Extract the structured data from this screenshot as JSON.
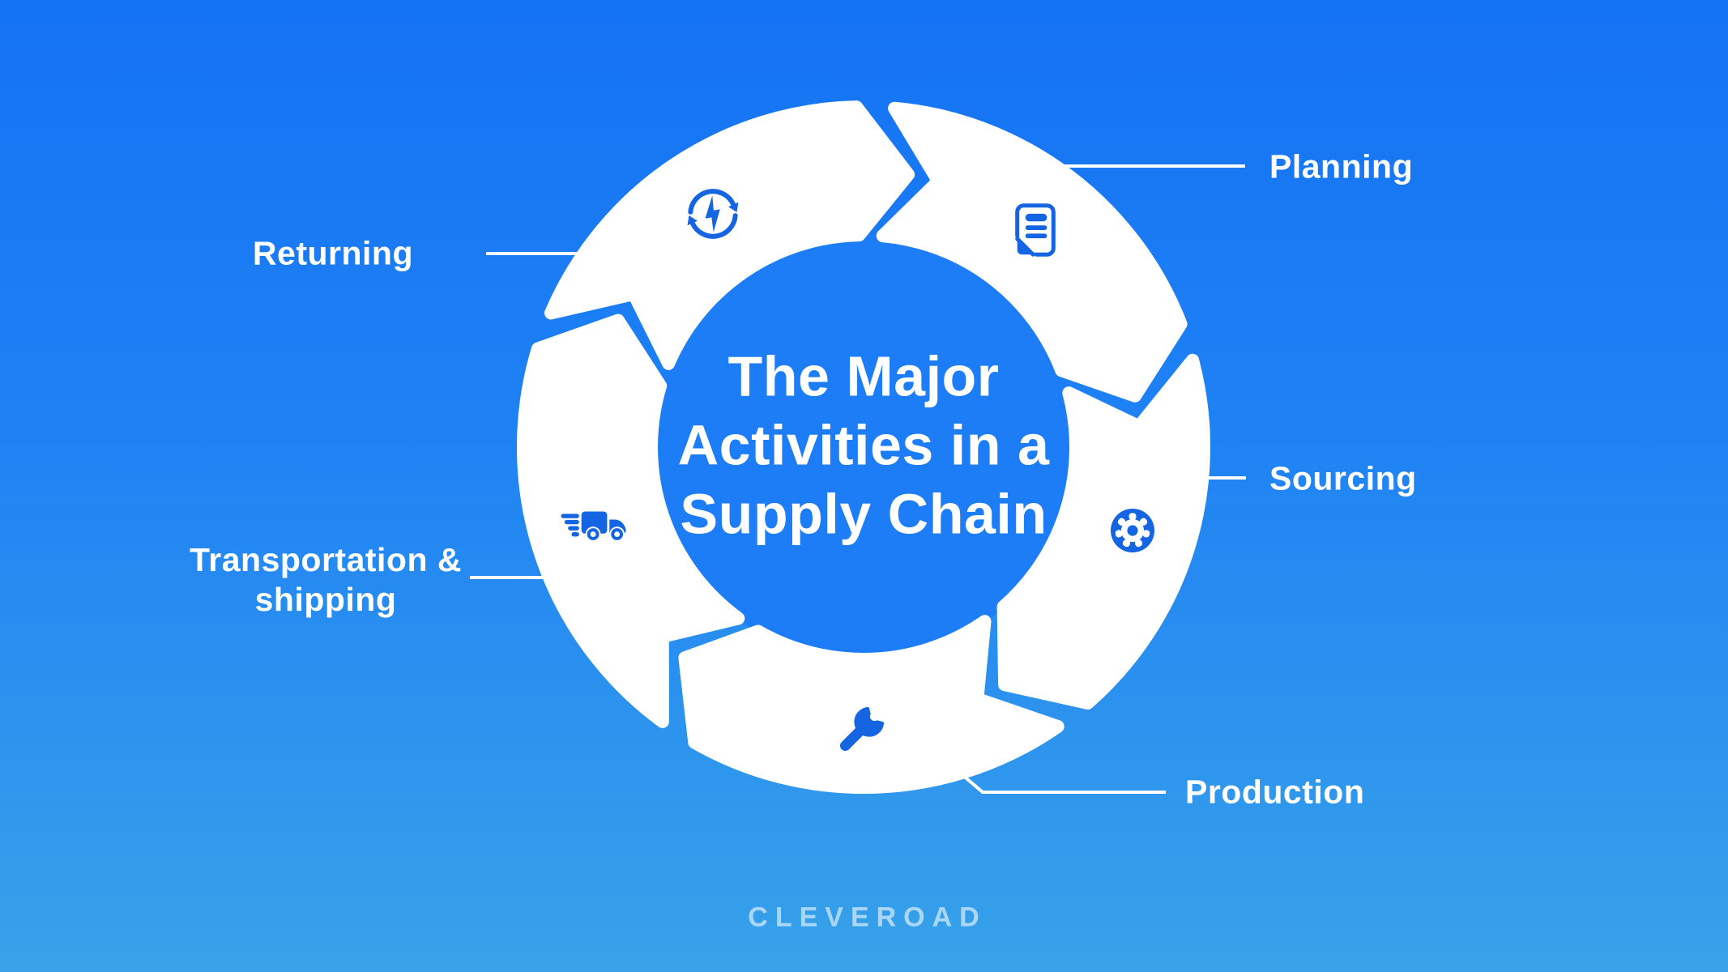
{
  "title": {
    "line1": "The Major",
    "line2": "Activities in a",
    "line3": "Supply Chain"
  },
  "steps": [
    {
      "id": "planning",
      "label": "Planning",
      "icon": "document-icon"
    },
    {
      "id": "sourcing",
      "label": "Sourcing",
      "icon": "gear-icon"
    },
    {
      "id": "production",
      "label": "Production",
      "icon": "wrench-icon"
    },
    {
      "id": "transportation",
      "label_line1": "Transportation &",
      "label_line2": "shipping",
      "icon": "delivery-truck-icon"
    },
    {
      "id": "returning",
      "label": "Returning",
      "icon": "sync-arrows-lightning-icon"
    }
  ],
  "watermark": "CLEVEROAD",
  "colors": {
    "background_top": "#1472F4",
    "background_bottom": "#38A2E9",
    "ring": "#FFFFFF",
    "icon_blue": "#1565E3",
    "center_disc": "#1C7DF6",
    "label_text": "#FFFFFF",
    "watermark_text": "rgba(255,255,255,0.58)"
  }
}
